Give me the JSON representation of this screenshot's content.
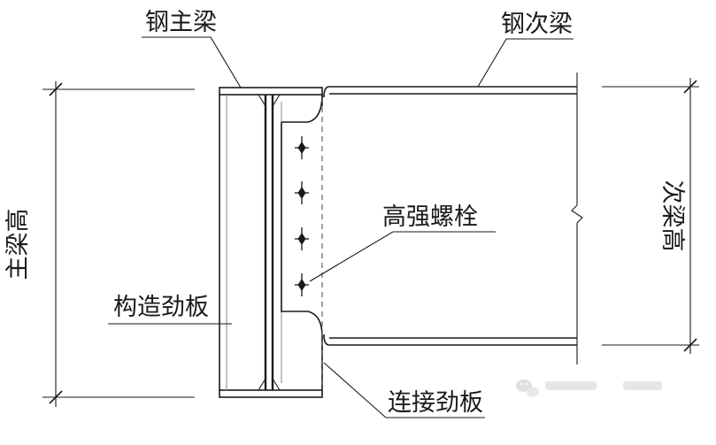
{
  "labels": {
    "main_beam": "钢主梁",
    "secondary_beam": "钢次梁",
    "main_beam_height": "主梁高",
    "secondary_beam_height": "次梁高",
    "high_strength_bolt": "高强螺栓",
    "construction_stiffener": "构造劲板",
    "connection_stiffener": "连接劲板"
  },
  "colors": {
    "line": "#1a1a1a",
    "watermark": "#bdbdbd"
  },
  "bolts": [
    {
      "label": "bolt-1"
    },
    {
      "label": "bolt-2"
    },
    {
      "label": "bolt-3"
    },
    {
      "label": "bolt-4"
    }
  ],
  "watermark_icon": "wechat-icon"
}
